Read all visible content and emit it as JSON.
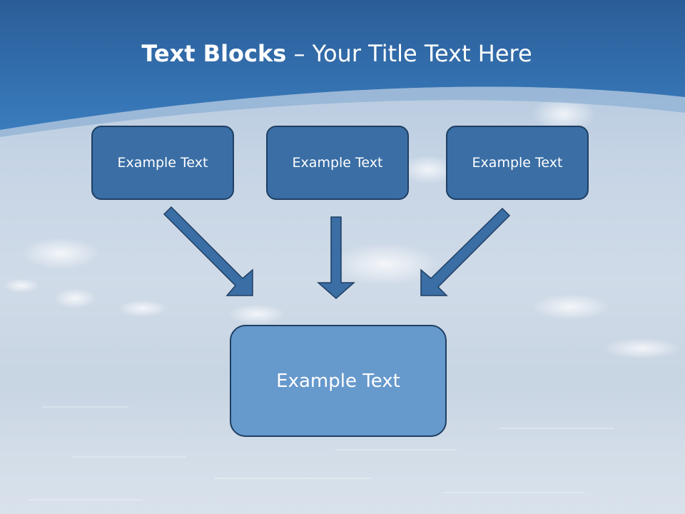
{
  "slide": {
    "title": {
      "bold": "Text Blocks",
      "rest": " – Your Title Text Here"
    },
    "boxes": [
      {
        "label": "Example Text"
      },
      {
        "label": "Example Text"
      },
      {
        "label": "Example Text"
      }
    ],
    "result_box": {
      "label": "Example Text"
    }
  },
  "colors": {
    "header_blue": "#2f6fae",
    "box_fill": "#3a6ea5",
    "result_fill": "#6699cc",
    "outline": "#1f3f63"
  }
}
